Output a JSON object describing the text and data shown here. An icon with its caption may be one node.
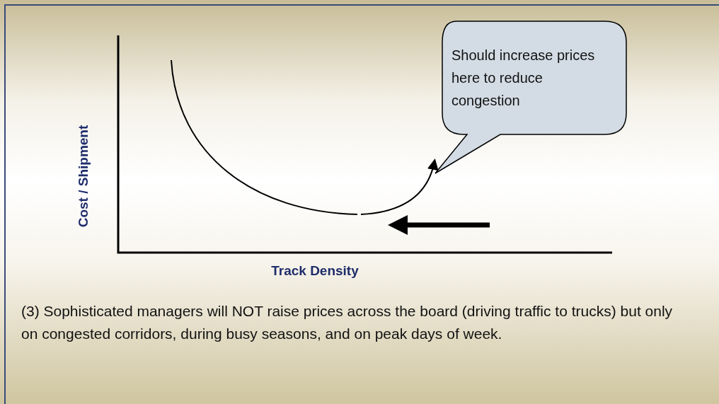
{
  "diagram": {
    "caption": "(3) Sophisticated managers will NOT raise prices across the board (driving traffic to trucks) but only on congested corridors, during busy seasons, and on peak days of week.",
    "nodes": [
      {
        "text": [
          "Should increase prices here to reduce congestion"
        ]
      }
    ],
    "labels": [
      "Cost / Shipment",
      "Track Density"
    ]
  }
}
